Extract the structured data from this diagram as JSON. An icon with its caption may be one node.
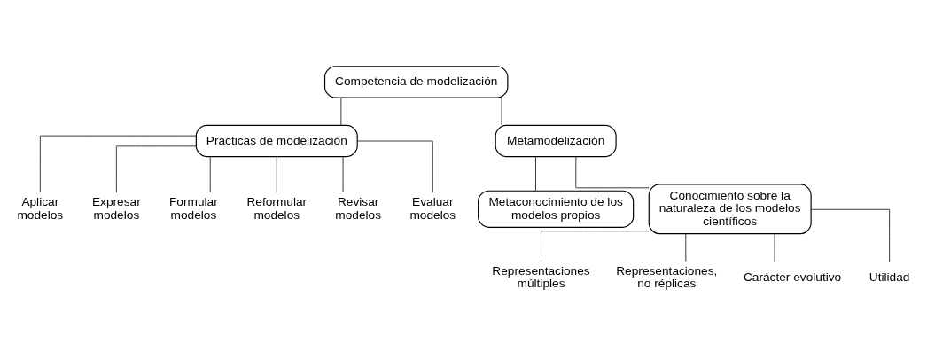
{
  "diagram": {
    "nodes": [
      {
        "text": [
          "Competencia de modelización"
        ]
      },
      {
        "text": [
          "Prácticas de modelización"
        ]
      },
      {
        "text": [
          "Metamodelización"
        ]
      },
      {
        "text": [
          "Metaconocimiento de los modelos propios"
        ]
      },
      {
        "text": [
          "Conocimiento sobre la naturaleza de los modelos científicos"
        ]
      },
      {
        "text": [
          "Aplicar modelos"
        ]
      },
      {
        "text": [
          "Expresar modelos"
        ]
      },
      {
        "text": [
          "Formular modelos"
        ]
      },
      {
        "text": [
          "Reformular modelos"
        ]
      },
      {
        "text": [
          "Revisar modelos"
        ]
      },
      {
        "text": [
          "Evaluar modelos"
        ]
      },
      {
        "text": [
          "Representaciones múltiples"
        ]
      },
      {
        "text": [
          "Representaciones, no réplicas"
        ]
      },
      {
        "text": [
          "Carácter evolutivo"
        ]
      },
      {
        "text": [
          "Utilidad"
        ]
      }
    ],
    "edges": [
      {
        "from": 0,
        "to": 1,
        "arrow": "none"
      },
      {
        "from": 0,
        "to": 2,
        "arrow": "none"
      },
      {
        "from": 2,
        "to": 3,
        "arrow": "none"
      },
      {
        "from": 2,
        "to": 4,
        "arrow": "none"
      },
      {
        "from": 1,
        "to": 5,
        "arrow": "none"
      },
      {
        "from": 1,
        "to": 6,
        "arrow": "none"
      },
      {
        "from": 1,
        "to": 7,
        "arrow": "none"
      },
      {
        "from": 1,
        "to": 8,
        "arrow": "none"
      },
      {
        "from": 1,
        "to": 9,
        "arrow": "none"
      },
      {
        "from": 1,
        "to": 10,
        "arrow": "none"
      },
      {
        "from": 4,
        "to": 11,
        "arrow": "none"
      },
      {
        "from": 4,
        "to": 12,
        "arrow": "none"
      },
      {
        "from": 4,
        "to": 13,
        "arrow": "none"
      },
      {
        "from": 4,
        "to": 14,
        "arrow": "none"
      }
    ]
  }
}
